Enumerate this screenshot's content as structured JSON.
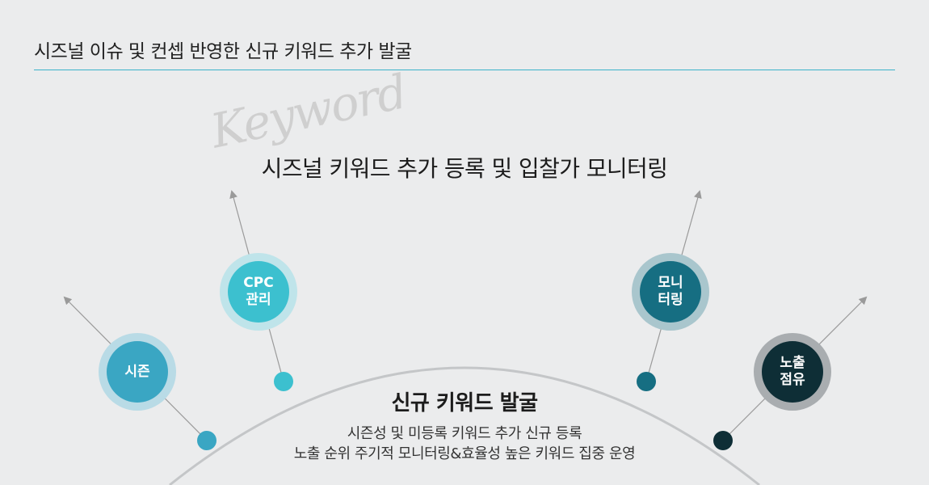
{
  "page_title": "시즈널 이슈 및 컨셉 반영한 신규 키워드 추가 발굴",
  "watermark": "Keyword",
  "headline": "시즈널 키워드 추가 등록 및 입찰가 모니터링",
  "nodes": [
    {
      "label": "시즌",
      "color": "#3aa6c3",
      "ring": "#b9dbe6"
    },
    {
      "label": "CPC\n관리",
      "color": "#3cc0cf",
      "ring": "#bfe4ea"
    },
    {
      "label": "모니\n터링",
      "color": "#166e82",
      "ring": "#a9c6cd"
    },
    {
      "label": "노출\n점유",
      "color": "#0e2e36",
      "ring": "#a9adb0"
    }
  ],
  "center": {
    "title": "신규 키워드 발굴",
    "desc_line1": "시즌성 및 미등록 키워드 추가 신규 등록",
    "desc_line2": "노출 순위 주기적 모니터링&효율성 높은 키워드 집중 운영"
  },
  "colors": {
    "rule": "#3cb3c9",
    "arc": "#c4c6c8",
    "arrow": "#9a9a9a"
  }
}
